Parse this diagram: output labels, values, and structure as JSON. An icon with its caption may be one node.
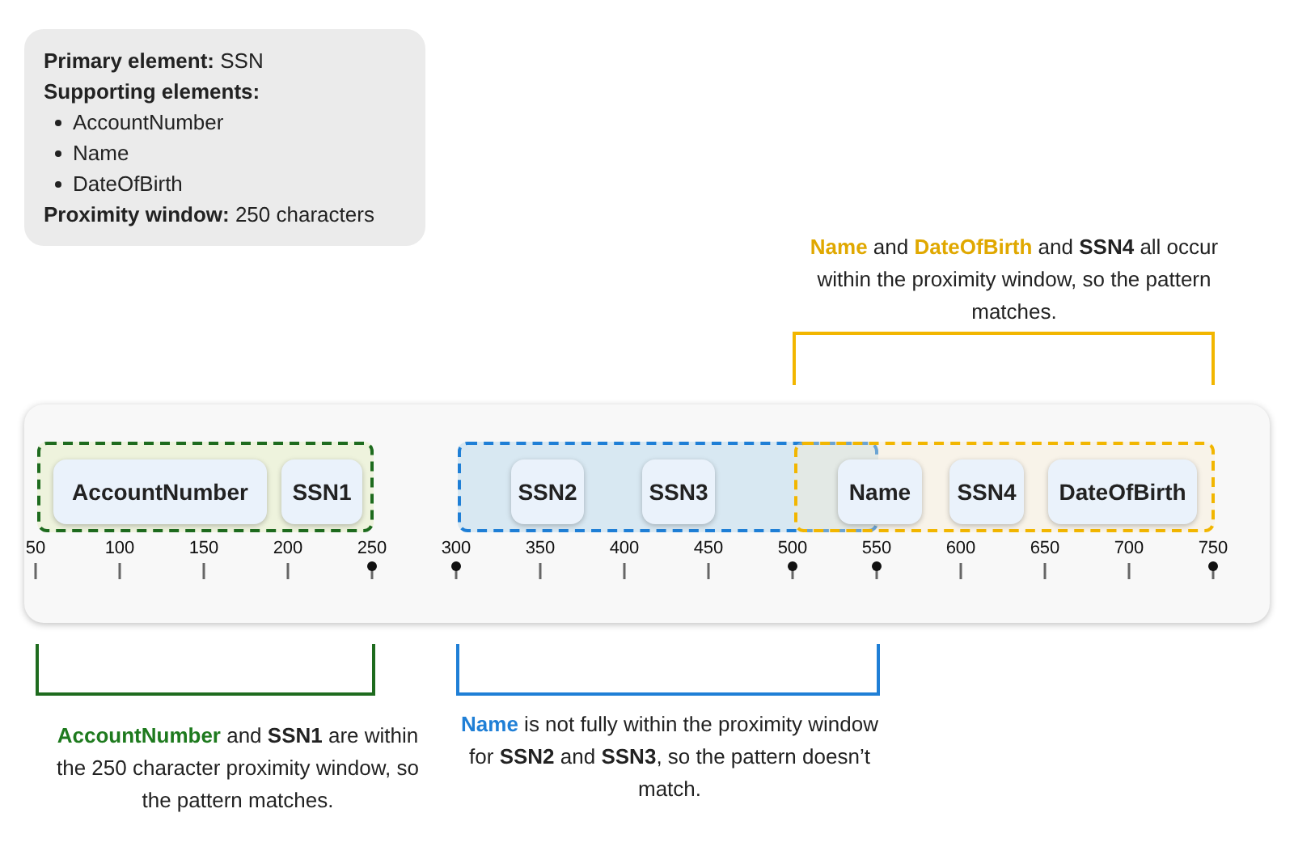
{
  "diagram": {
    "nodes": [
      {
        "text": [
          "**Primary element:** SSN",
          "Supporting elements:",
          "AccountNumber",
          "Name",
          "DateOfBirth",
          "**Proximity window:** 250 characters"
        ]
      },
      {
        "text": [],
        "shape": "box"
      },
      {
        "text": [],
        "shape": "box",
        "in": 1
      },
      {
        "text": [
          "AccountNumber"
        ],
        "in": 2
      },
      {
        "text": [
          "SSN1"
        ],
        "in": 2
      },
      {
        "text": [],
        "shape": "box",
        "in": 1
      },
      {
        "text": [
          "SSN2"
        ],
        "in": 5
      },
      {
        "text": [
          "SSN3"
        ],
        "in": 5
      },
      {
        "text": [],
        "shape": "box",
        "in": 1
      },
      {
        "text": [
          "Name"
        ],
        "in": 8
      },
      {
        "text": [
          "SSN4"
        ],
        "in": 8
      },
      {
        "text": [
          "DateOfBirth"
        ],
        "in": 8
      }
    ],
    "labels": [
      "**Name** and **DateOfBirth** and **SSN4** all occur within the proximity window, so the pattern matches.",
      "50",
      "100",
      "150",
      "200",
      "250",
      "300",
      "350",
      "400",
      "450",
      "500",
      "550",
      "600",
      "650",
      "700",
      "750",
      "**AccountNumber** and **SSN1** are within the 250 character proximity window, so the pattern matches.",
      "**Name** is not fully within the proximity window for **SSN2** and **SSN3**, so the pattern doesn’t match."
    ]
  }
}
